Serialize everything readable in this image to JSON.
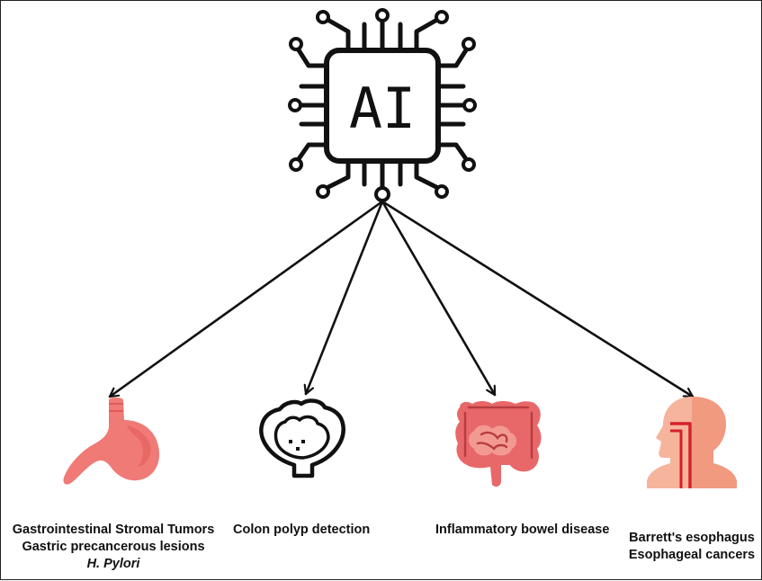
{
  "chip": {
    "text": "AI"
  },
  "targets": [
    {
      "id": "stomach",
      "lines": [
        "Gastrointestinal Stromal Tumors",
        "Gastric precancerous lesions",
        "H. Pylori"
      ]
    },
    {
      "id": "colon-polyp",
      "lines": [
        "Colon polyp detection"
      ]
    },
    {
      "id": "intestine",
      "lines": [
        "Inflammatory bowel disease"
      ]
    },
    {
      "id": "esophagus",
      "lines": [
        "Barrett's esophagus",
        "Esophageal cancers"
      ]
    }
  ],
  "colors": {
    "line": "#111111",
    "stomach": "#f07a76",
    "stomach_dark": "#e05a58",
    "intestine": "#e8686a",
    "intestine_dark": "#b83c40",
    "head": "#f6b49d",
    "head_dark": "#f19a80",
    "esophagus": "#d6202a"
  }
}
